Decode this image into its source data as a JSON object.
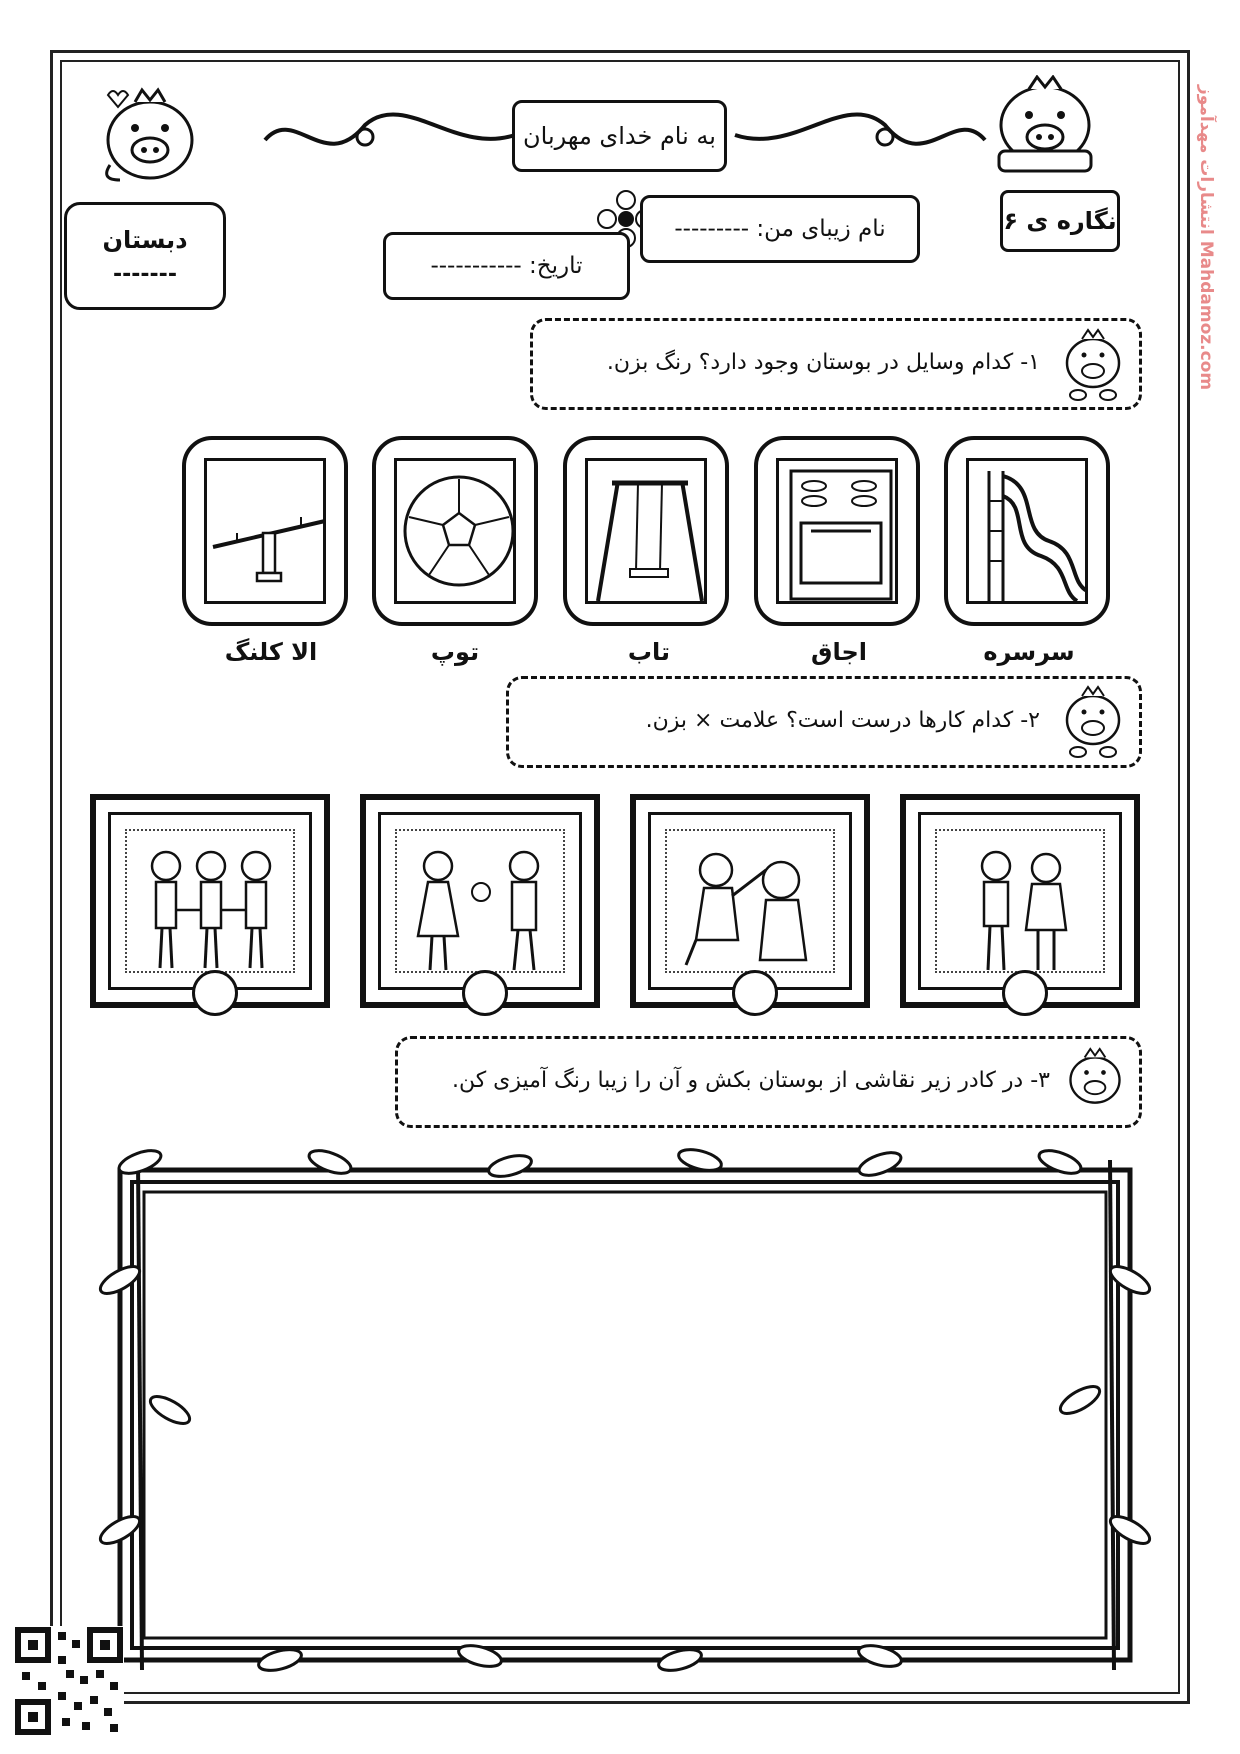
{
  "header": {
    "title": "به نام خدای مهربان",
    "worksheet_label": "نگاره ی ۶",
    "school_label": "دبستان",
    "school_blank": "-------",
    "name_label": "نام زیبای من: ---------",
    "date_label": "تاریخ: -----------"
  },
  "q1": {
    "text": "۱- کدام وسایل در بوستان وجود دارد؟ رنگ بزن.",
    "items": [
      {
        "label": "سرسره",
        "icon": "slide-icon"
      },
      {
        "label": "اجاق",
        "icon": "stove-icon"
      },
      {
        "label": "تاب",
        "icon": "swing-icon"
      },
      {
        "label": "توپ",
        "icon": "ball-icon"
      },
      {
        "label": "الا کلنگ",
        "icon": "seesaw-icon"
      }
    ]
  },
  "q2": {
    "text": "۲- کدام کارها درست است؟ علامت × بزن.",
    "pictures": [
      {
        "icon": "children-with-backpacks-icon"
      },
      {
        "icon": "children-fighting-icon"
      },
      {
        "icon": "children-sharing-toy-icon"
      },
      {
        "icon": "children-holding-hands-icon"
      }
    ]
  },
  "q3": {
    "text": "۳- در کادر زیر نقاشی از بوستان بکش و آن را زیبا رنگ آمیزی کن."
  },
  "watermark": {
    "side_text": "انتشارات مهدآموز Mahdamoz.com"
  }
}
